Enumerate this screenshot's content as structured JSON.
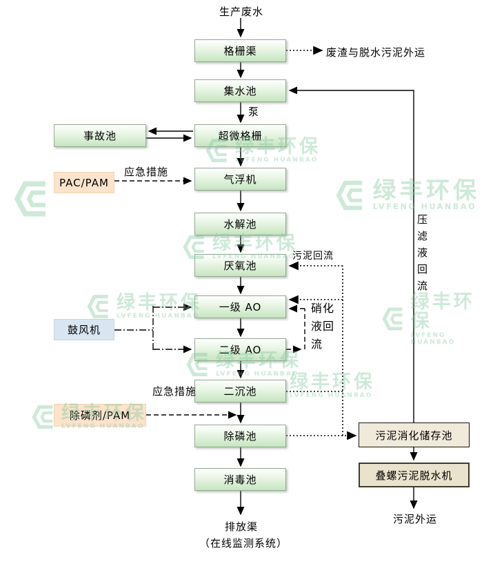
{
  "labels": {
    "source": "生产废水",
    "pump": "泵",
    "waste_outbound": "废渣与脱水污泥外运",
    "emergency_measure_top": "应急措施",
    "emergency_measure_bottom": "应急措施",
    "sludge_return": "污泥回流",
    "nitrification_liquid_return": "硝化液回流",
    "filtrate_return": "压滤液回流",
    "sludge_outbound": "污泥外运",
    "discharge_channel": "排放渠",
    "online_monitoring": "（在线监测系统）"
  },
  "nodes": {
    "grid_channel": "格栅渠",
    "collection_tank": "集水池",
    "ultrafine_screen": "超微格栅",
    "accident_tank": "事故池",
    "air_flotation": "气浮机",
    "hydrolysis_tank": "水解池",
    "anaerobic_tank": "厌氧池",
    "ao_stage1": "一级 AO",
    "ao_stage2": "二级 AO",
    "secondary_clarifier": "二沉池",
    "phosphorus_removal_tank": "除磷池",
    "disinfection_tank": "消毒池",
    "pac_pam_dosing": "PAC/PAM",
    "blower": "鼓风机",
    "phosphorus_agent_dosing": "除磷剂/PAM",
    "sludge_digestion_storage_tank": "污泥消化储存池",
    "screw_sludge_dewaterer": "叠螺污泥脱水机"
  },
  "watermark": {
    "text": "绿丰环保",
    "subtext": "LVFENG HUANBAO"
  },
  "colors": {
    "process_box": "#c6e5c0",
    "dosing_box": "#fbe3cc",
    "blower_box": "#d9e6f2",
    "sludge_box": "#efead9",
    "watermark": "#86c9a0"
  }
}
